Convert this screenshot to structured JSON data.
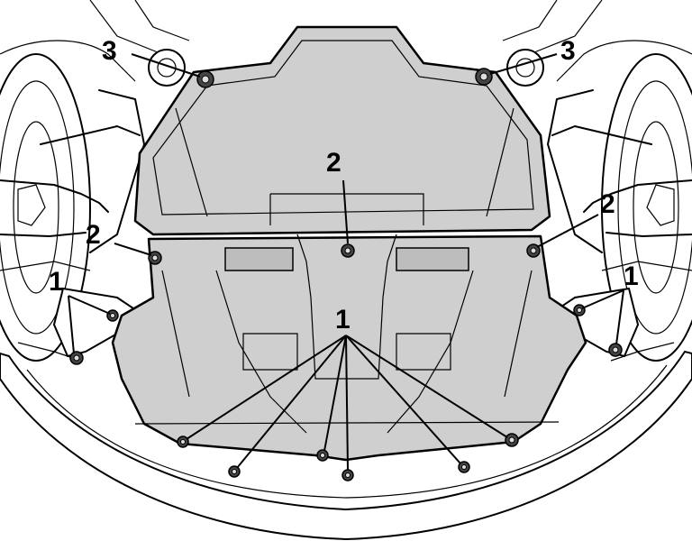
{
  "figure": {
    "callouts": {
      "bottom_fasteners": "1",
      "middle_fasteners": "2",
      "top_fasteners": "3"
    }
  }
}
